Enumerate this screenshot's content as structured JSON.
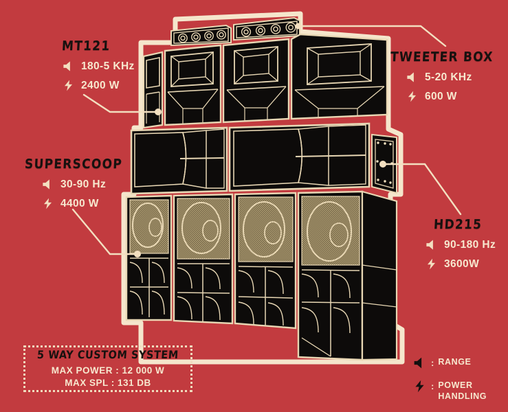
{
  "theme": {
    "background": "#c23b3f",
    "cream": "#f5e6cc",
    "ink": "#17110f",
    "cabinet": "#0d0b0a",
    "grille": "#8a7a55"
  },
  "callouts": [
    {
      "id": "mt121",
      "title": "MT121",
      "range_icon": "speaker-icon",
      "range": "180-5 KHz",
      "power_icon": "bolt-icon",
      "power": "2400 W"
    },
    {
      "id": "tweeter-box",
      "title": "TWEETER BOX",
      "range_icon": "speaker-icon",
      "range": "5-20 KHz",
      "power_icon": "bolt-icon",
      "power": "600 W"
    },
    {
      "id": "superscoop",
      "title": "SUPERSCOOP",
      "range_icon": "speaker-icon",
      "range": "30-90 Hz",
      "power_icon": "bolt-icon",
      "power": "4400 W"
    },
    {
      "id": "hd215",
      "title": "HD215",
      "range_icon": "speaker-icon",
      "range": "90-180 Hz",
      "power_icon": "bolt-icon",
      "power": "3600W"
    }
  ],
  "infobox": {
    "title": "5 WAY CUSTOM SYSTEM",
    "max_power": "MAX POWER : 12 000 W",
    "max_spl": "MAX SPL : 131 DB"
  },
  "legend": {
    "rows": [
      {
        "icon": "speaker-icon",
        "colon": ":",
        "label": "RANGE"
      },
      {
        "icon": "bolt-icon",
        "colon": ":",
        "label": "POWER HANDLING"
      }
    ]
  }
}
